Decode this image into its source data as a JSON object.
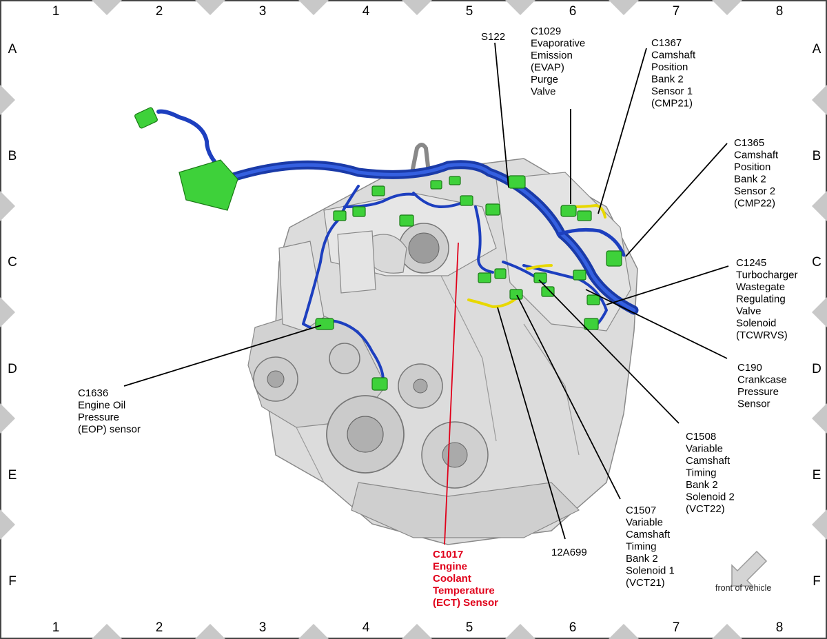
{
  "grid": {
    "columns": [
      "1",
      "2",
      "3",
      "4",
      "5",
      "6",
      "7",
      "8"
    ],
    "rows": [
      "A",
      "B",
      "C",
      "D",
      "E",
      "F"
    ]
  },
  "colors": {
    "harness": "#1d3fbf",
    "connector": "#3ed13a",
    "highlight": "#e0001a",
    "engine": "#d6d6d6",
    "marker": "#c8c8c8"
  },
  "callouts": {
    "s122": [
      "S122"
    ],
    "c1029": [
      "C1029",
      "Evaporative",
      "Emission",
      "(EVAP)",
      "Purge",
      "Valve"
    ],
    "c1367": [
      "C1367",
      "Camshaft",
      "Position",
      "Bank 2",
      "Sensor 1",
      "(CMP21)"
    ],
    "c1365": [
      "C1365",
      "Camshaft",
      "Position",
      "Bank 2",
      "Sensor 2",
      "(CMP22)"
    ],
    "c1245": [
      "C1245",
      "Turbocharger",
      "Wastegate",
      "Regulating",
      "Valve",
      "Solenoid",
      "(TCWRVS)"
    ],
    "c190": [
      "C190",
      "Crankcase",
      "Pressure",
      "Sensor"
    ],
    "c1508": [
      "C1508",
      "Variable",
      "Camshaft",
      "Timing",
      "Bank 2",
      "Solenoid 2",
      "(VCT22)"
    ],
    "c1507": [
      "C1507",
      "Variable",
      "Camshaft",
      "Timing",
      "Bank 2",
      "Solenoid 1",
      "(VCT21)"
    ],
    "c12a699": [
      "12A699"
    ],
    "c1017": [
      "C1017",
      "Engine",
      "Coolant",
      "Temperature",
      "(ECT) Sensor"
    ],
    "c1636": [
      "C1636",
      "Engine Oil",
      "Pressure",
      "(EOP) sensor"
    ]
  },
  "orientation": {
    "label": "front of vehicle",
    "icon": "arrow-down-left-icon"
  }
}
